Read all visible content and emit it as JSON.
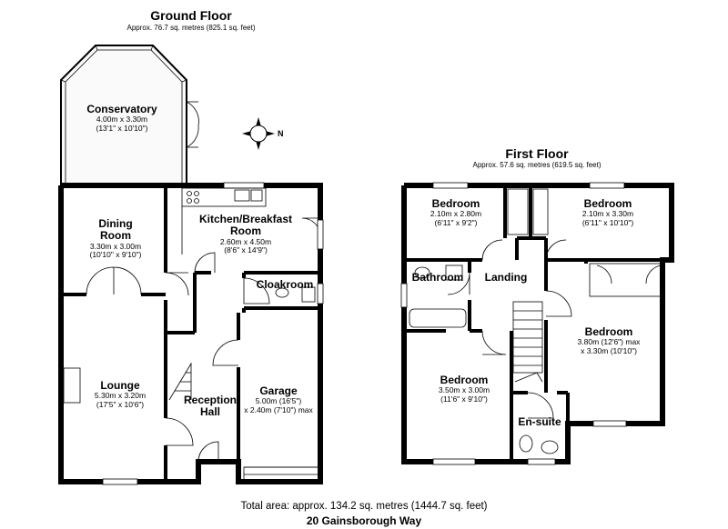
{
  "ground_floor": {
    "title": "Ground Floor",
    "area": "Approx. 76.7 sq. metres (825.1 sq. feet)",
    "rooms": {
      "conservatory": {
        "name": "Conservatory",
        "dims": [
          "4.00m x 3.30m",
          "(13'1\" x 10'10\")"
        ]
      },
      "dining": {
        "name": "Dining",
        "name2": "Room",
        "dims": [
          "3.30m x 3.00m",
          "(10'10\" x 9'10\")"
        ]
      },
      "kitchen": {
        "name": "Kitchen/Breakfast",
        "name2": "Room",
        "dims": [
          "2.60m x 4.50m",
          "(8'6\" x 14'9\")"
        ]
      },
      "cloakroom": {
        "name": "Cloakroom"
      },
      "lounge": {
        "name": "Lounge",
        "dims": [
          "5.30m x 3.20m",
          "(17'5\" x 10'6\")"
        ]
      },
      "reception": {
        "name": "Reception",
        "name2": "Hall"
      },
      "garage": {
        "name": "Garage",
        "dims": [
          "5.00m (16'5\")",
          "x 2.40m (7'10\") max"
        ]
      }
    },
    "compass_label": "N"
  },
  "first_floor": {
    "title": "First Floor",
    "area": "Approx. 57.6 sq. metres (619.5 sq. feet)",
    "rooms": {
      "bedroom_a": {
        "name": "Bedroom",
        "dims": [
          "2.10m x 2.80m",
          "(6'11\" x 9'2\")"
        ]
      },
      "bedroom_b": {
        "name": "Bedroom",
        "dims": [
          "2.10m x 3.30m",
          "(6'11\" x 10'10\")"
        ]
      },
      "bathroom": {
        "name": "Bathroom"
      },
      "landing": {
        "name": "Landing"
      },
      "bedroom_c": {
        "name": "Bedroom",
        "dims": [
          "3.80m (12'6\") max",
          "x 3.30m (10'10\")"
        ]
      },
      "bedroom_d": {
        "name": "Bedroom",
        "dims": [
          "3.50m x 3.00m",
          "(11'6\" x 9'10\")"
        ]
      },
      "ensuite": {
        "name": "En-suite"
      }
    }
  },
  "footer": {
    "total_area": "Total area: approx. 134.2 sq. metres (1444.7 sq. feet)",
    "address": "20 Gainsborough Way"
  }
}
